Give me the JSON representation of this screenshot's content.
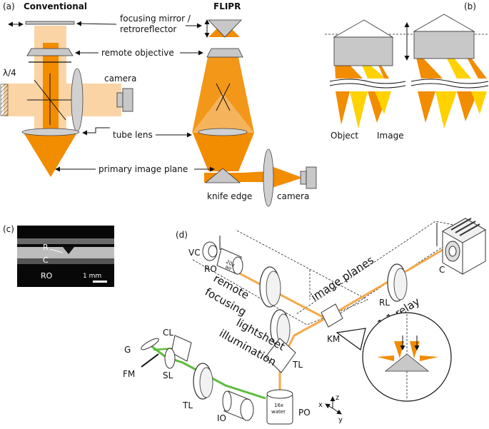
{
  "panels": {
    "a": "(a)",
    "b": "(b)",
    "c": "(c)",
    "d": "(d)"
  },
  "a": {
    "conventional": "Conventional",
    "flipr": "FLIPR",
    "mirror_1": "focusing mirror /",
    "mirror_2": "retroreflector",
    "remote_objective": "remote objective",
    "quarter_wave": "λ/4",
    "camera_left": "camera",
    "tube_lens": "tube lens",
    "primary_image_plane": "primary image plane",
    "knife_edge": "knife edge",
    "camera_right": "camera"
  },
  "b": {
    "object": "Object",
    "image": "Image"
  },
  "c": {
    "r": "R",
    "c": "C",
    "ro": "RO",
    "scale": "1 mm"
  },
  "d": {
    "vc": "VC",
    "ro": "RO",
    "objective_mag": "20x",
    "objective_medium": "air",
    "remote_focusing_1": "remote",
    "remote_focusing_2": "focusing",
    "tl1": "TL",
    "tl2": "TL",
    "tl3": "TL",
    "image_planes": "image planes",
    "rl": "RL",
    "relay": "1:1 relay",
    "c": "C",
    "km": "KM",
    "lightsheet_1": "lightsheet",
    "lightsheet_2": "illumination",
    "g": "G",
    "fm": "FM",
    "cl": "CL",
    "sl": "SL",
    "io": "IO",
    "po_mag": "16x",
    "po_medium": "water",
    "po": "PO",
    "axis_z": "z",
    "axis_x": "x",
    "axis_y": "y"
  },
  "colors": {
    "orange": "#f28c00",
    "light_orange": "#fbd4a6",
    "yellow": "#ffd200",
    "green": "#5bbd3a",
    "beam": "#f5b35c",
    "gray": "#c8c8c8"
  }
}
